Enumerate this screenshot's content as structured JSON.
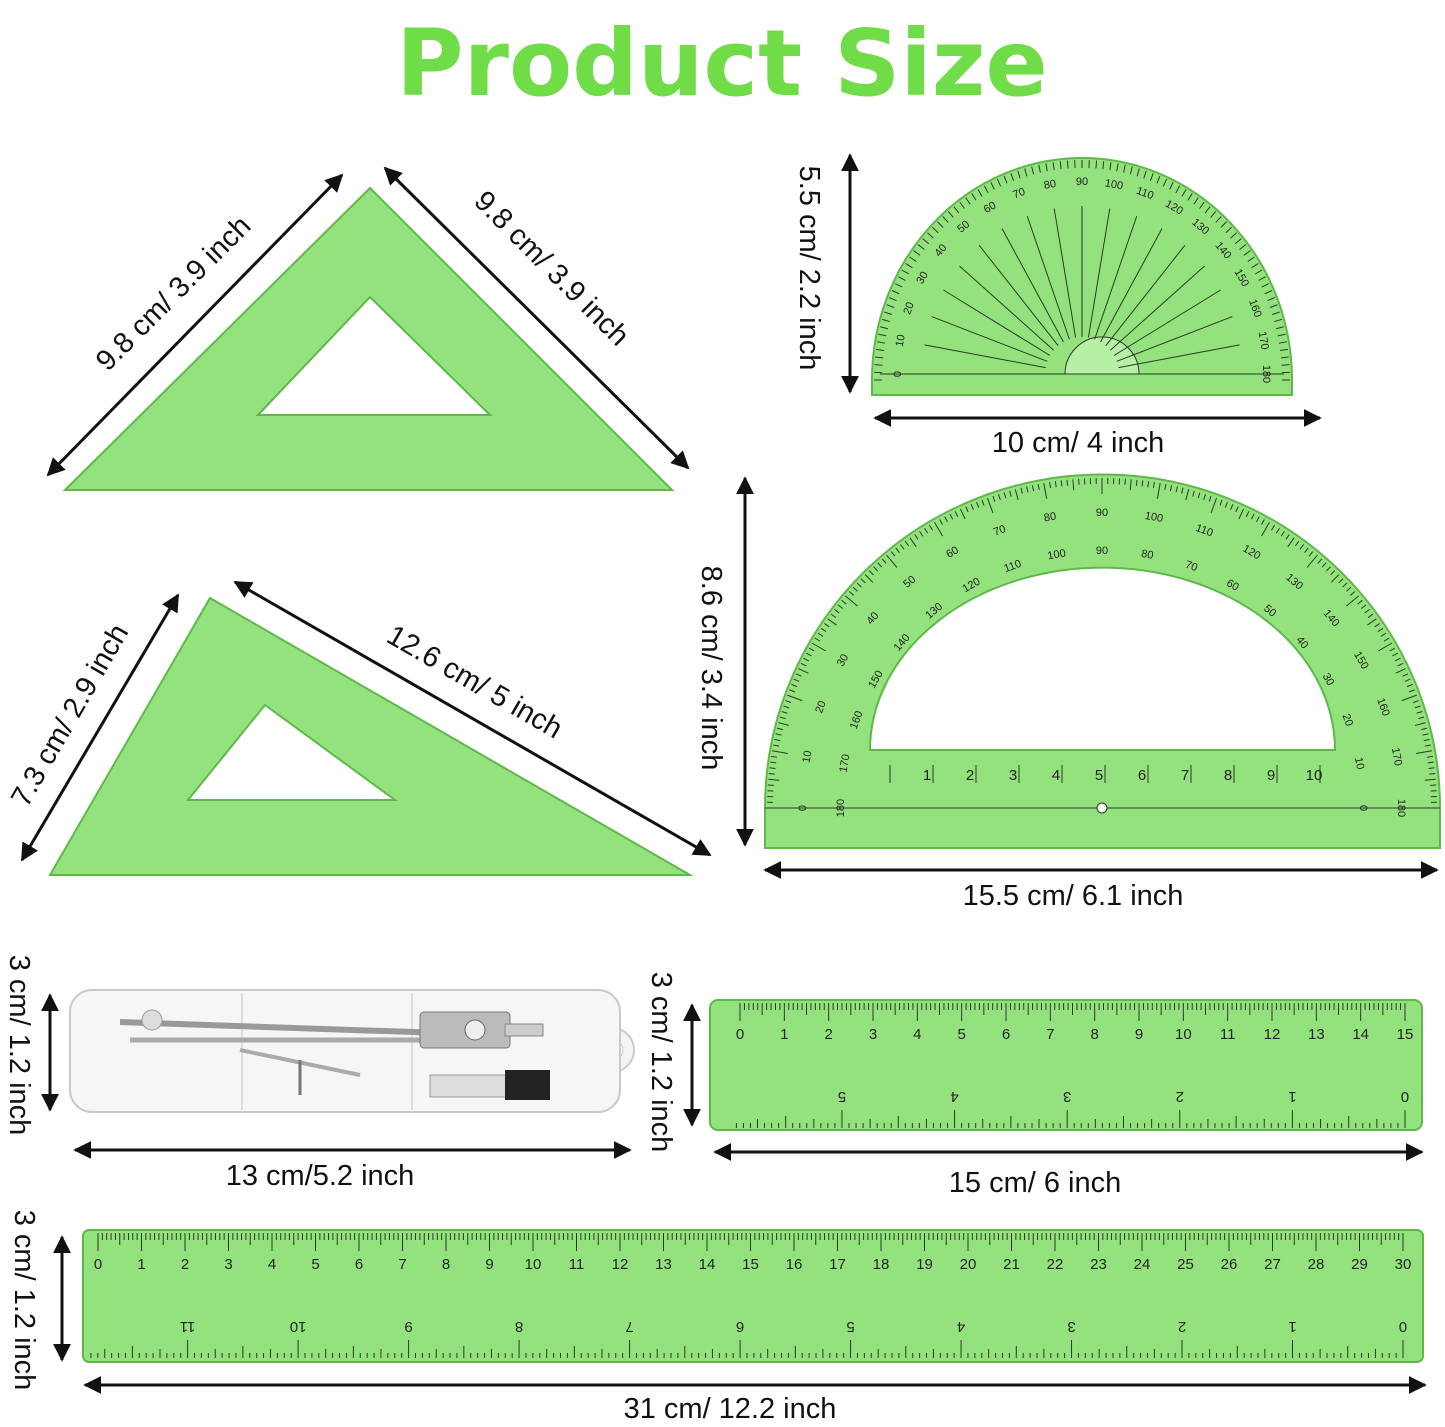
{
  "title": "Product Size",
  "colors": {
    "title": "#6fdc48",
    "plastic": "#94e27e",
    "outline": "#5fb84a"
  },
  "items": {
    "triangle_45": {
      "left_label": "9.8 cm/ 3.9 inch",
      "right_label": "9.8 cm/ 3.9 inch"
    },
    "triangle_30_60": {
      "left_label": "7.3 cm/ 2.9 inch",
      "right_label": "12.6 cm/ 5 inch"
    },
    "small_protractor": {
      "height_label": "5.5 cm/ 2.2 inch",
      "width_label": "10 cm/ 4 inch"
    },
    "large_protractor": {
      "height_label": "8.6 cm/ 3.4 inch",
      "width_label": "15.5 cm/ 6.1 inch"
    },
    "compass_case": {
      "height_label": "3 cm/ 1.2 inch",
      "width_label": "13 cm/5.2 inch"
    },
    "ruler_15": {
      "height_label": "3 cm/ 1.2 inch",
      "width_label": "15 cm/ 6 inch",
      "cm_max": 15,
      "inch_max": 6
    },
    "ruler_30": {
      "height_label": "3 cm/ 1.2 inch",
      "width_label": "31 cm/ 12.2 inch",
      "cm_max": 30,
      "inch_max": 12
    }
  }
}
